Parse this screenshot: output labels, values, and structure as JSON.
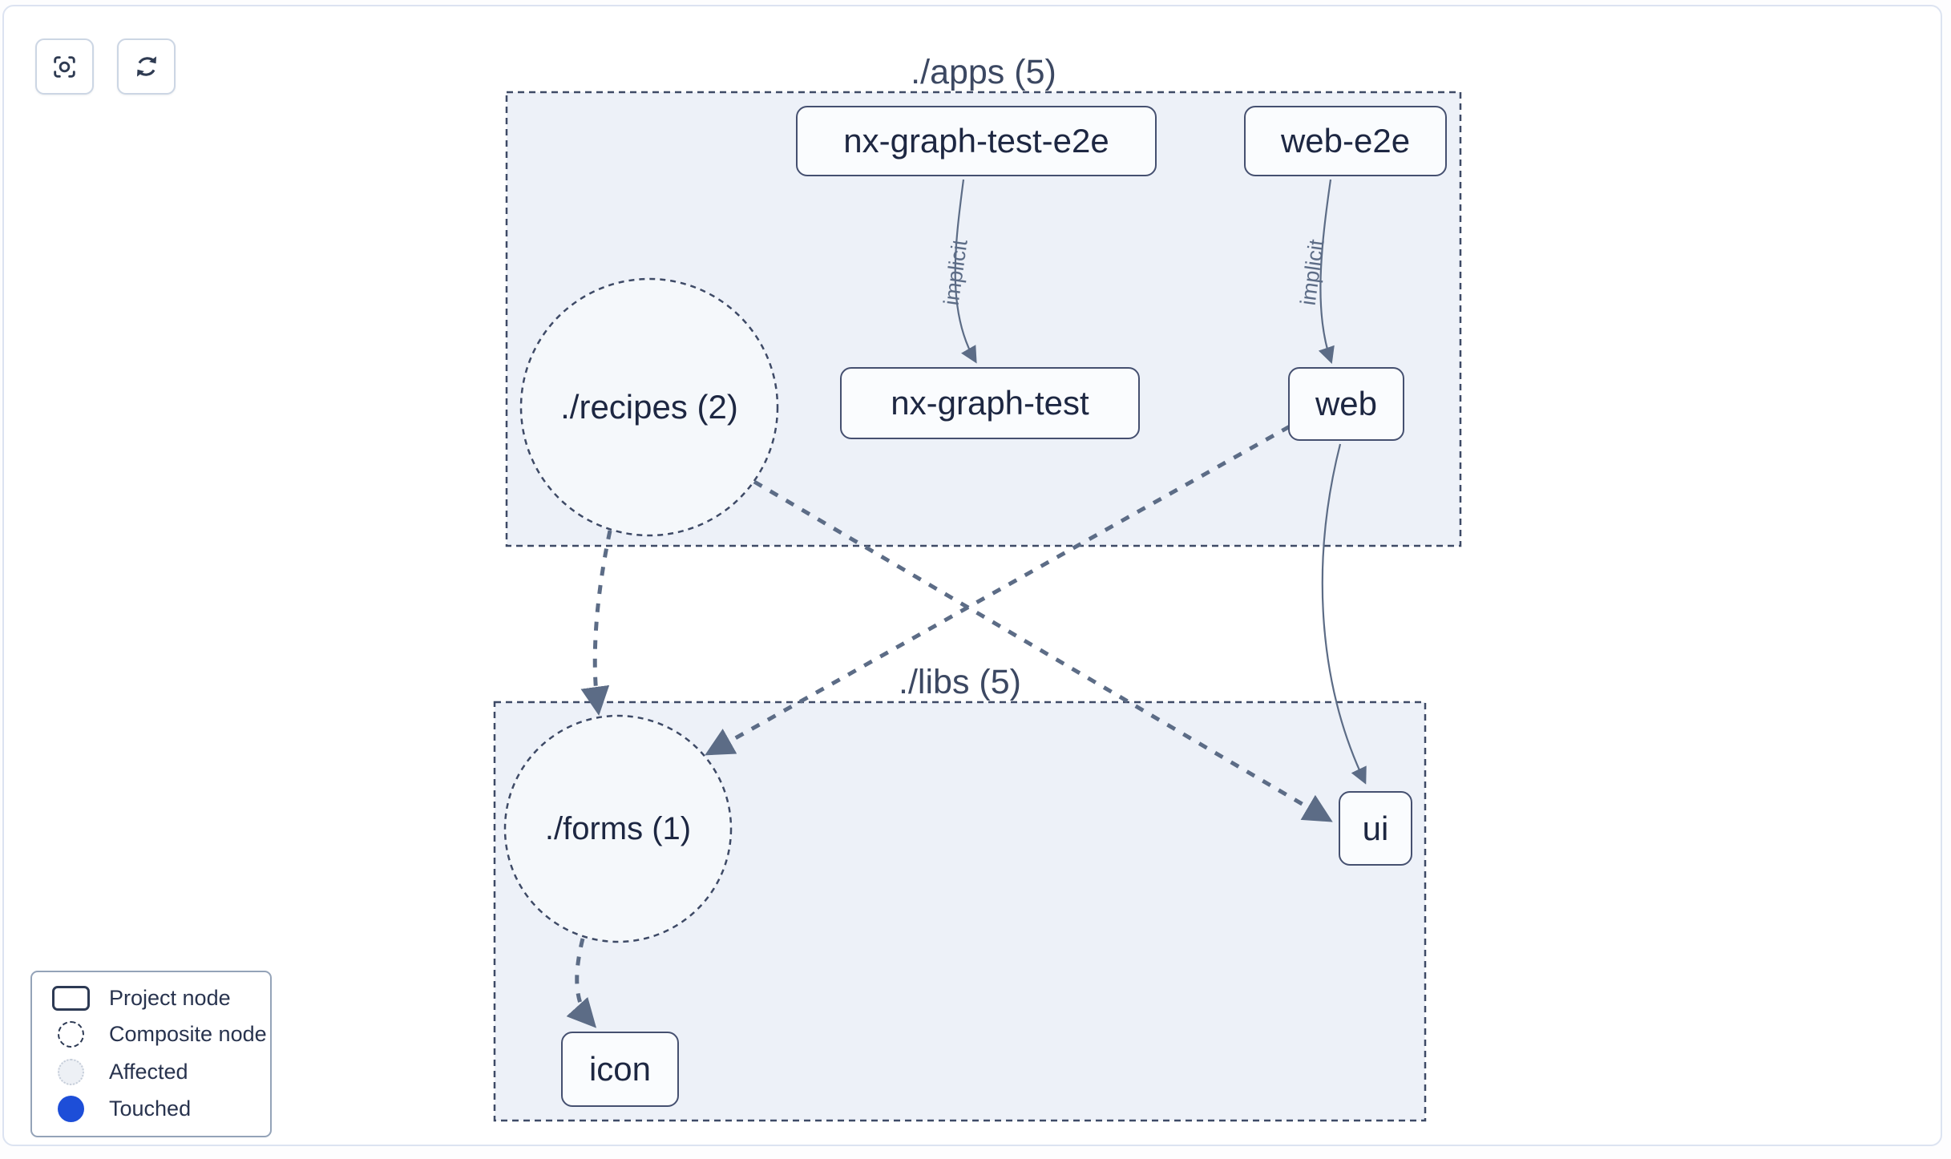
{
  "toolbar": {
    "buttons": [
      {
        "icon": "focus-icon",
        "action": "center-graph"
      },
      {
        "icon": "refresh-icon",
        "action": "refresh-graph"
      }
    ]
  },
  "groups": {
    "apps": {
      "label": "./apps (5)"
    },
    "libs": {
      "label": "./libs (5)"
    }
  },
  "nodes": {
    "nx_graph_test_e2e": {
      "label": "nx-graph-test-e2e",
      "type": "project"
    },
    "web_e2e": {
      "label": "web-e2e",
      "type": "project"
    },
    "nx_graph_test": {
      "label": "nx-graph-test",
      "type": "project"
    },
    "web": {
      "label": "web",
      "type": "project"
    },
    "ui": {
      "label": "ui",
      "type": "project"
    },
    "icon": {
      "label": "icon",
      "type": "project"
    },
    "recipes": {
      "label": "./recipes (2)",
      "type": "composite"
    },
    "forms": {
      "label": "./forms (1)",
      "type": "composite"
    }
  },
  "edges": [
    {
      "from": "nx-graph-test-e2e",
      "to": "nx-graph-test",
      "label": "implicit",
      "style": "thin-solid"
    },
    {
      "from": "web-e2e",
      "to": "web",
      "label": "implicit",
      "style": "thin-solid"
    },
    {
      "from": "web",
      "to": "ui",
      "style": "thin-solid"
    },
    {
      "from": "./recipes (2)",
      "to": "./forms (1)",
      "style": "thick-dashed"
    },
    {
      "from": "./recipes (2)",
      "to": "ui",
      "style": "thick-dashed"
    },
    {
      "from": "web",
      "to": "./forms (1)",
      "style": "thick-dashed"
    },
    {
      "from": "./forms (1)",
      "to": "icon",
      "style": "thick-dashed"
    }
  ],
  "edge_labels": {
    "e1": "implicit",
    "e2": "implicit"
  },
  "legend": {
    "items": [
      {
        "label": "Project node",
        "swatch": "project-node-outline"
      },
      {
        "label": "Composite node",
        "swatch": "dashed-circle"
      },
      {
        "label": "Affected",
        "swatch": "light-dotted-circle"
      },
      {
        "label": "Touched",
        "swatch": "blue-circle"
      }
    ]
  },
  "colors": {
    "group_fill": "#edf1f8",
    "group_border": "#3e4a66",
    "node_fill": "#fafcfe",
    "node_border": "#455070",
    "node_text": "#1d2742",
    "edge": "#5c6c86",
    "title_text": "#3c4862",
    "touched_blue": "#1d4ed8",
    "affected_fill": "#edf0f5",
    "card_border": "#dce3f1"
  }
}
